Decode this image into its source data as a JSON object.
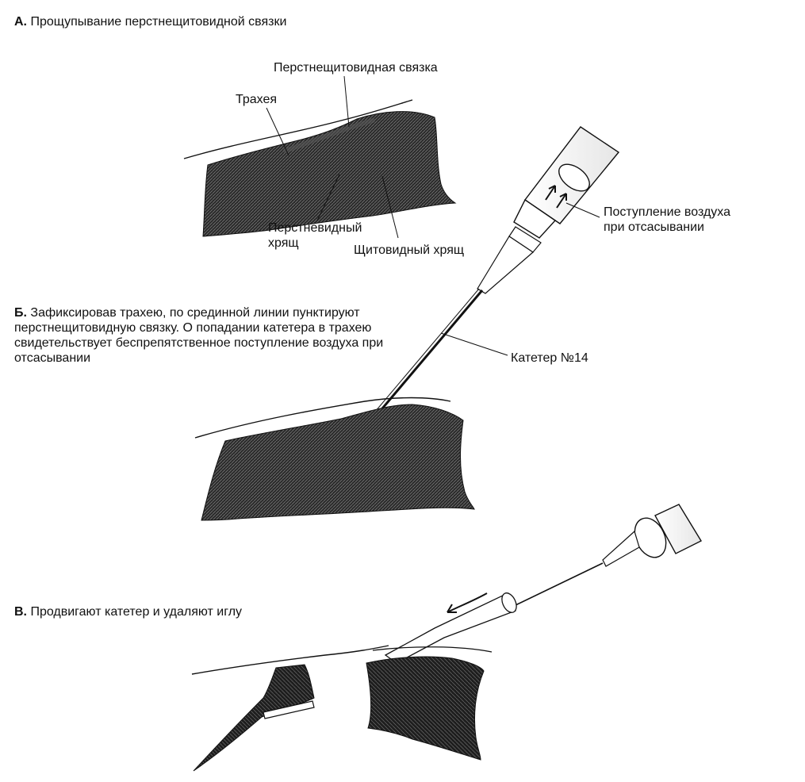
{
  "steps": {
    "a": {
      "letter": "А.",
      "text": "Прощупывание перстнещитовидной связки"
    },
    "b": {
      "letter": "Б.",
      "text": "Зафиксировав трахею, по срединной линии пунктируют перстнещитовидную связку. О попадании катетера в трахею свидетельствует беспрепятственное поступление воздуха при отсасывании"
    },
    "c": {
      "letter": "В.",
      "text": "Продвигают катетер и удаляют иглу"
    }
  },
  "labels": {
    "cricothyroid_ligament": "Перстнещитовидная связка",
    "trachea": "Трахея",
    "cricoid_line1": "Перстневидный",
    "cricoid_line2": "хрящ",
    "thyroid_cartilage": "Щитовидный хрящ",
    "air_line1": "Поступление воздуха",
    "air_line2": "при отсасывании",
    "catheter": "Катетер №14"
  },
  "colors": {
    "ink": "#111111",
    "tissue": "#2a2a2a",
    "background": "#ffffff"
  }
}
